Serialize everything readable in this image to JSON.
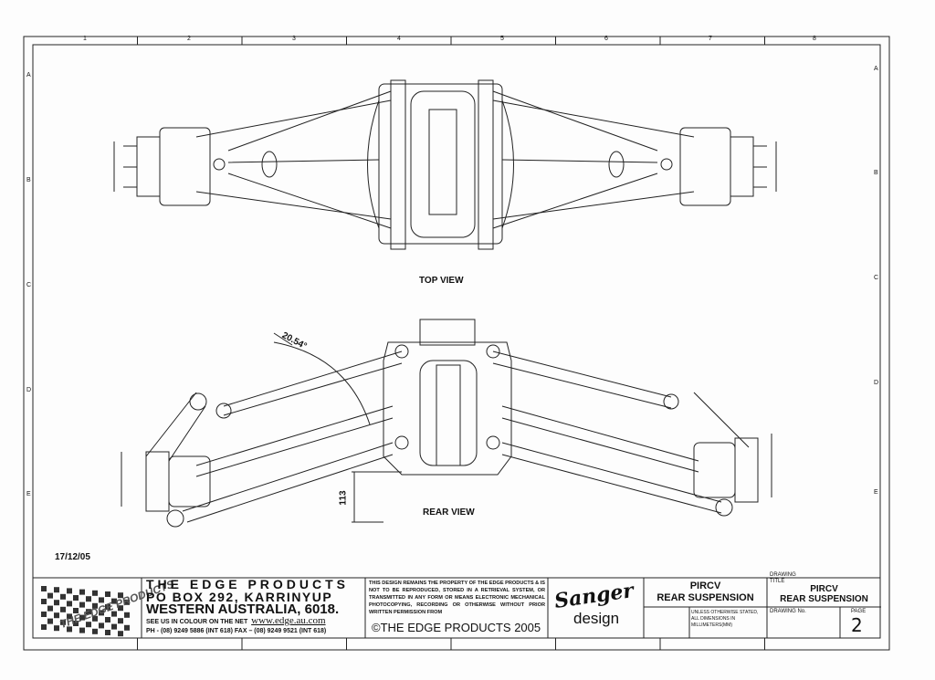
{
  "grid": {
    "columns": [
      "1",
      "2",
      "3",
      "4",
      "5",
      "6",
      "7",
      "8"
    ],
    "rows": [
      "A",
      "B",
      "C",
      "D",
      "E"
    ]
  },
  "views": {
    "top_view_label": "TOP VIEW",
    "rear_view_label": "REAR VIEW",
    "angle_dimension": "20.54°",
    "height_dimension": "113"
  },
  "date": "17/12/05",
  "company": {
    "logo_text": "THE EDGE PRODUCTS",
    "name": "THE EDGE PRODUCTS",
    "address1": "PO BOX 292, KARRINYUP",
    "address2": "WESTERN AUSTRALIA, 6018.",
    "web_prompt": "SEE US IN COLOUR ON THE NET",
    "web": "www.edge.au.com",
    "phone": "PH - (08) 9249 5886 (INT 618)   FAX – (08) 9249 9521 (INT 618)"
  },
  "copyright": {
    "notice": "THIS DESIGN REMAINS THE PROPERTY OF THE EDGE PRODUCTS & IS NOT TO BE REPRODUCED, STORED IN A RETRIEVAL SYSTEM, OR TRANSMITTED IN ANY FORM OR MEANS ELECTRONIC MECHANICAL PHOTOCOPYING, RECORDING OR OTHERWISE WITHOUT PRIOR WRITTEN PERMISSION FROM",
    "line": "©THE EDGE PRODUCTS 2005"
  },
  "designer": {
    "name": "Sanger",
    "sub": "design"
  },
  "title_block": {
    "title_line1": "PIRCV",
    "title_line2": "REAR SUSPENSION",
    "units_note": "UNLESS OTHERWISE STATED, ALL DIMENSIONS IN MILLIMETERS(MM)",
    "drawing_title_label": "DRAWING TITLE",
    "drawing_title_line1": "PIRCV",
    "drawing_title_line2": "REAR SUSPENSION",
    "drawing_no_label": "DRAWING No.",
    "page_label": "PAGE",
    "page_value": "2"
  }
}
